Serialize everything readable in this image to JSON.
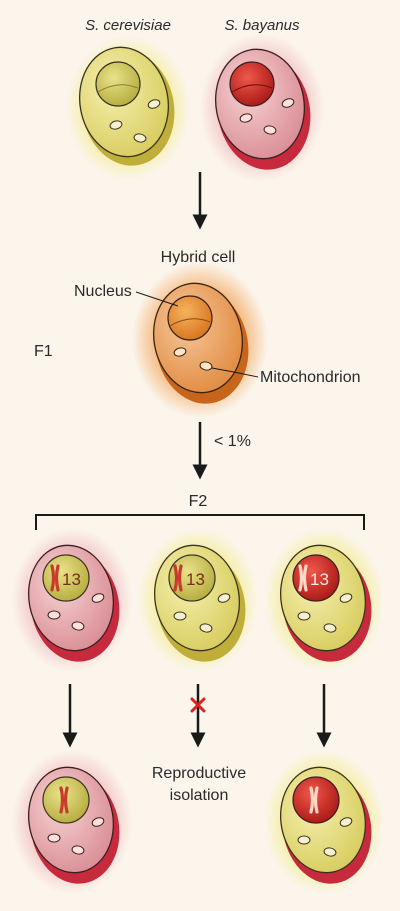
{
  "labels": {
    "species_a": "S. cerevisiae",
    "species_b": "S. bayanus",
    "hybrid": "Hybrid cell",
    "nucleus": "Nucleus",
    "f1": "F1",
    "mitochondrion": "Mitochondrion",
    "rate": "< 1%",
    "f2": "F2",
    "isolation_line1": "Reproductive",
    "isolation_line2": "isolation"
  },
  "chromosome_number": "13",
  "colors": {
    "yellow_cell": "#e8dd7a",
    "pink_cell": "#e7a0a8",
    "orange_cell": "#e89a55",
    "red_nucleus": "#c8261f",
    "yellow_nucleus": "#c8bf55",
    "cross": "#e0201b"
  }
}
